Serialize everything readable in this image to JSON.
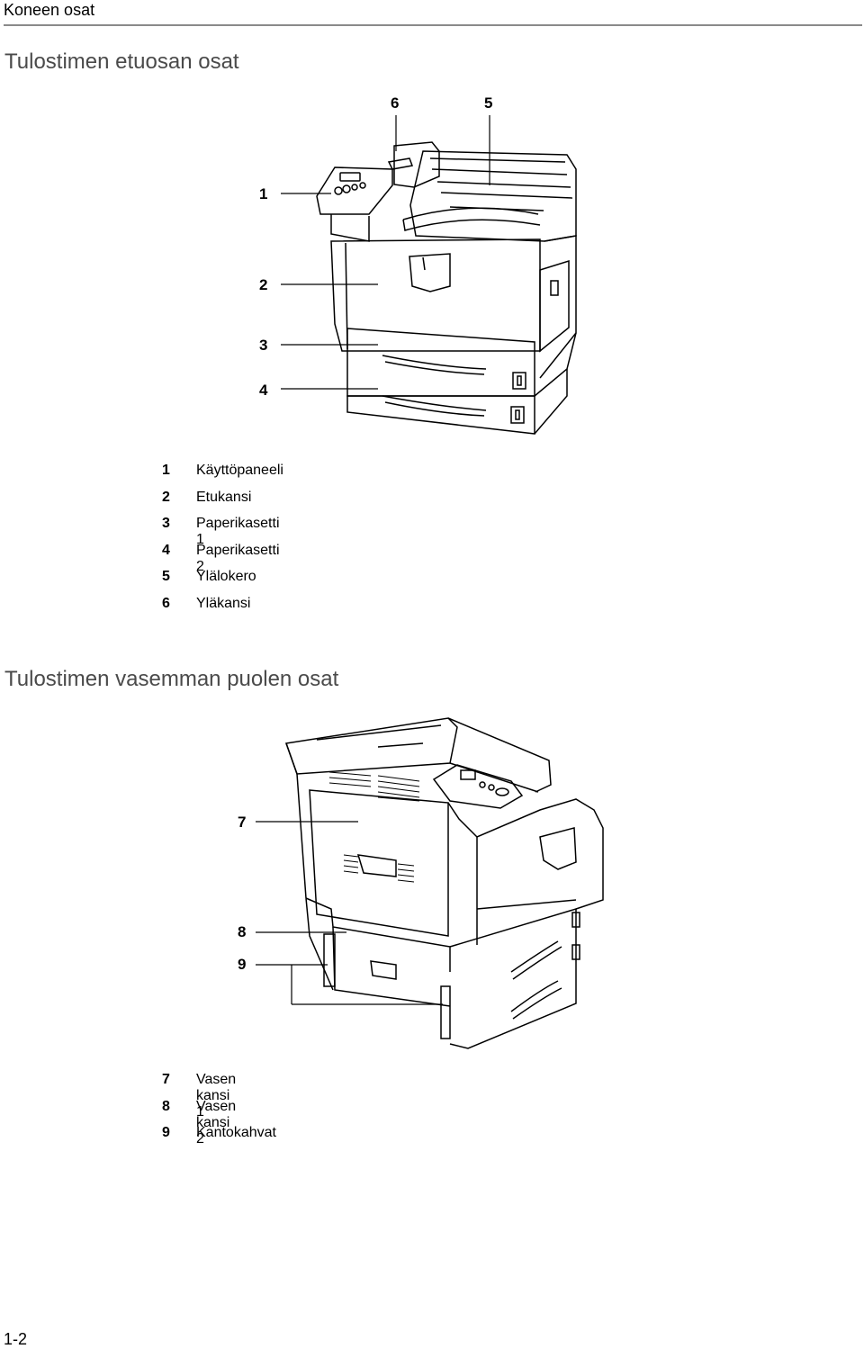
{
  "header": {
    "title": "Koneen osat"
  },
  "front": {
    "title": "Tulostimen etuosan osat",
    "callouts": [
      "1",
      "2",
      "3",
      "4",
      "5",
      "6"
    ],
    "legend": [
      {
        "num": "1",
        "label": "Käyttöpaneeli"
      },
      {
        "num": "2",
        "label": "Etukansi"
      },
      {
        "num": "3",
        "label": "Paperikasetti 1"
      },
      {
        "num": "4",
        "label": "Paperikasetti 2"
      },
      {
        "num": "5",
        "label": "Ylälokero"
      },
      {
        "num": "6",
        "label": "Yläkansi"
      }
    ]
  },
  "left": {
    "title": "Tulostimen vasemman puolen osat",
    "callouts": [
      "7",
      "8",
      "9"
    ],
    "legend": [
      {
        "num": "7",
        "label": "Vasen kansi 1"
      },
      {
        "num": "8",
        "label": "Vasen kansi 2"
      },
      {
        "num": "9",
        "label": "Kantokahvat"
      }
    ]
  },
  "footer": {
    "page_number": "1-2"
  }
}
